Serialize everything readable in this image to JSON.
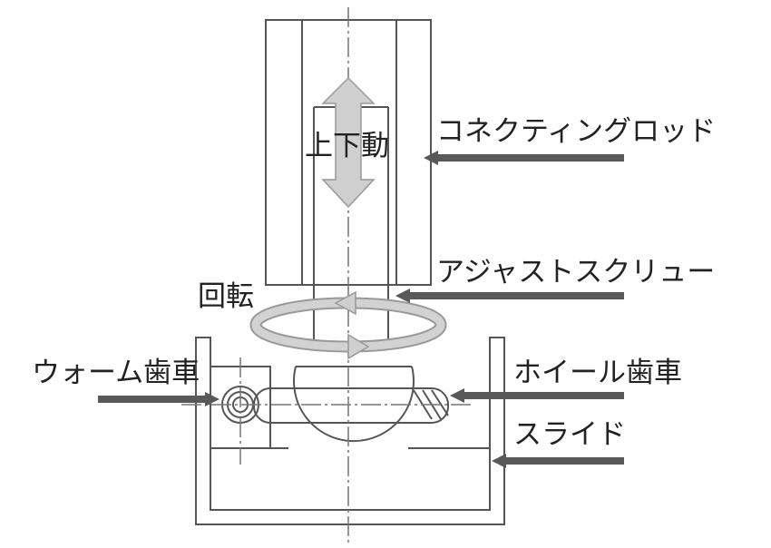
{
  "labels": {
    "up_down": "上下動",
    "connecting_rod": "コネクティングロッド",
    "adjust_screw": "アジャストスクリュー",
    "rotation": "回転",
    "worm_gear": "ウォーム歯車",
    "wheel_gear": "ホイール歯車",
    "slide": "スライド"
  },
  "colors": {
    "line": "#555555",
    "arrow": "#595959",
    "arrow_light": "#cfcfcf",
    "ring": "#b0b0b0"
  }
}
